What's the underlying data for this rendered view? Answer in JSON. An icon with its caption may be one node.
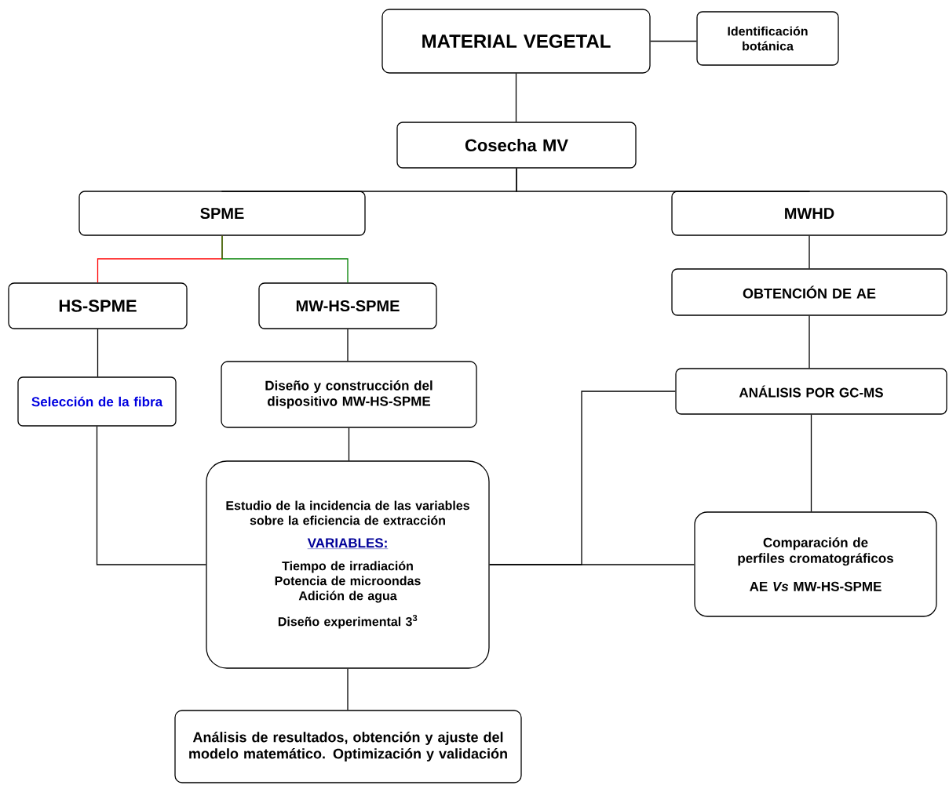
{
  "diagram": {
    "nodes": [
      {
        "text": [
          "MATERIAL VEGETAL"
        ]
      },
      {
        "text": [
          "Identificación botánica"
        ]
      },
      {
        "text": [
          "Cosecha MV"
        ]
      },
      {
        "text": [
          "SPME"
        ]
      },
      {
        "text": [
          "MWHD"
        ]
      },
      {
        "text": [
          "HS-SPME"
        ]
      },
      {
        "text": [
          "MW-HS-SPME"
        ]
      },
      {
        "text": [
          "OBTENCIÓN DE AE"
        ]
      },
      {
        "text": [
          "Selección de la fibra"
        ]
      },
      {
        "text": [
          "Diseño y construcción del dispositivo MW-HS-SPME"
        ]
      },
      {
        "text": [
          "ANÁLISIS POR GC-MS"
        ]
      },
      {
        "text": [
          "Estudio de la incidencia de las variables sobre la eficiencia de extracción",
          "VARIABLES:",
          "Tiempo de irradiación",
          "Potencia de microondas",
          "Adición de agua",
          "Diseño experimental 3$^{3}$"
        ]
      },
      {
        "text": [
          "Comparación de perfiles cromatográficos",
          "AE *Vs* MW-HS-SPME"
        ]
      },
      {
        "text": [
          "Análisis de resultados, obtención y ajuste del modelo matemático. Optimización y validación"
        ]
      }
    ],
    "edges": [
      {
        "from": 0,
        "to": 1,
        "arrow": "none"
      },
      {
        "from": 0,
        "to": 2,
        "arrow": "none"
      },
      {
        "from": 2,
        "to": 3,
        "arrow": "none"
      },
      {
        "from": 2,
        "to": 4,
        "arrow": "none"
      },
      {
        "from": 3,
        "to": 5,
        "arrow": "none",
        "color": "#ff0000"
      },
      {
        "from": 3,
        "to": 6,
        "arrow": "none",
        "color": "#008000"
      },
      {
        "from": 4,
        "to": 7,
        "arrow": "none"
      },
      {
        "from": 5,
        "to": 8,
        "arrow": "none"
      },
      {
        "from": 6,
        "to": 9,
        "arrow": "none"
      },
      {
        "from": 7,
        "to": 10,
        "arrow": "none"
      },
      {
        "from": 8,
        "to": 11,
        "arrow": "none"
      },
      {
        "from": 9,
        "to": 11,
        "arrow": "none"
      },
      {
        "from": 11,
        "to": 12,
        "arrow": "none"
      },
      {
        "from": 10,
        "to": 11,
        "arrow": "none"
      },
      {
        "from": 10,
        "to": 12,
        "arrow": "none"
      },
      {
        "from": 11,
        "to": 13,
        "arrow": "none"
      }
    ]
  }
}
